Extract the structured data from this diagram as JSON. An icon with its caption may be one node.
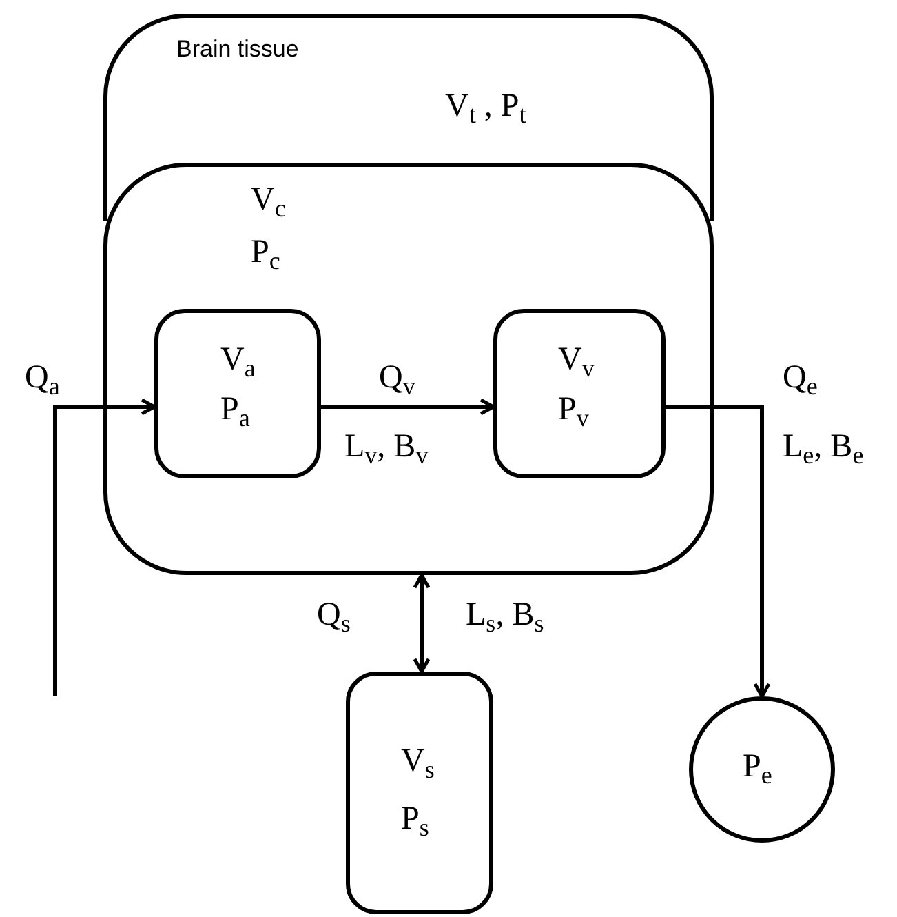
{
  "diagram": {
    "nodes": [
      {
        "text": [
          "Brain tissue",
          "V$_{t}$ , P$_{t}$"
        ]
      },
      {
        "text": [
          "V$_{c}$",
          "P$_{c}$"
        ]
      },
      {
        "text": [
          "V$_{a}$",
          "P$_{a}$"
        ],
        "in": 1
      },
      {
        "text": [
          "V$_{v}$",
          "P$_{v}$"
        ],
        "in": 1
      },
      {
        "text": [
          "V$_{s}$",
          "P$_{s}$"
        ]
      },
      {
        "text": [
          "P$_{e}$"
        ]
      }
    ],
    "edges": [
      {
        "from": null,
        "to": 2,
        "arrow": "to",
        "label": "Q$_{a}$"
      },
      {
        "from": 2,
        "to": 3,
        "arrow": "to",
        "label": "Q$_{v}$"
      },
      {
        "from": 3,
        "to": 5,
        "arrow": "to",
        "label": "Q$_{e}$"
      },
      {
        "from": 1,
        "to": 4,
        "arrow": "both",
        "label": "Q$_{s}$"
      }
    ],
    "labels": [
      "L$_{v}$, B$_{v}$",
      "L$_{e}$, B$_{e}$",
      "L$_{s}$, B$_{s}$"
    ]
  }
}
